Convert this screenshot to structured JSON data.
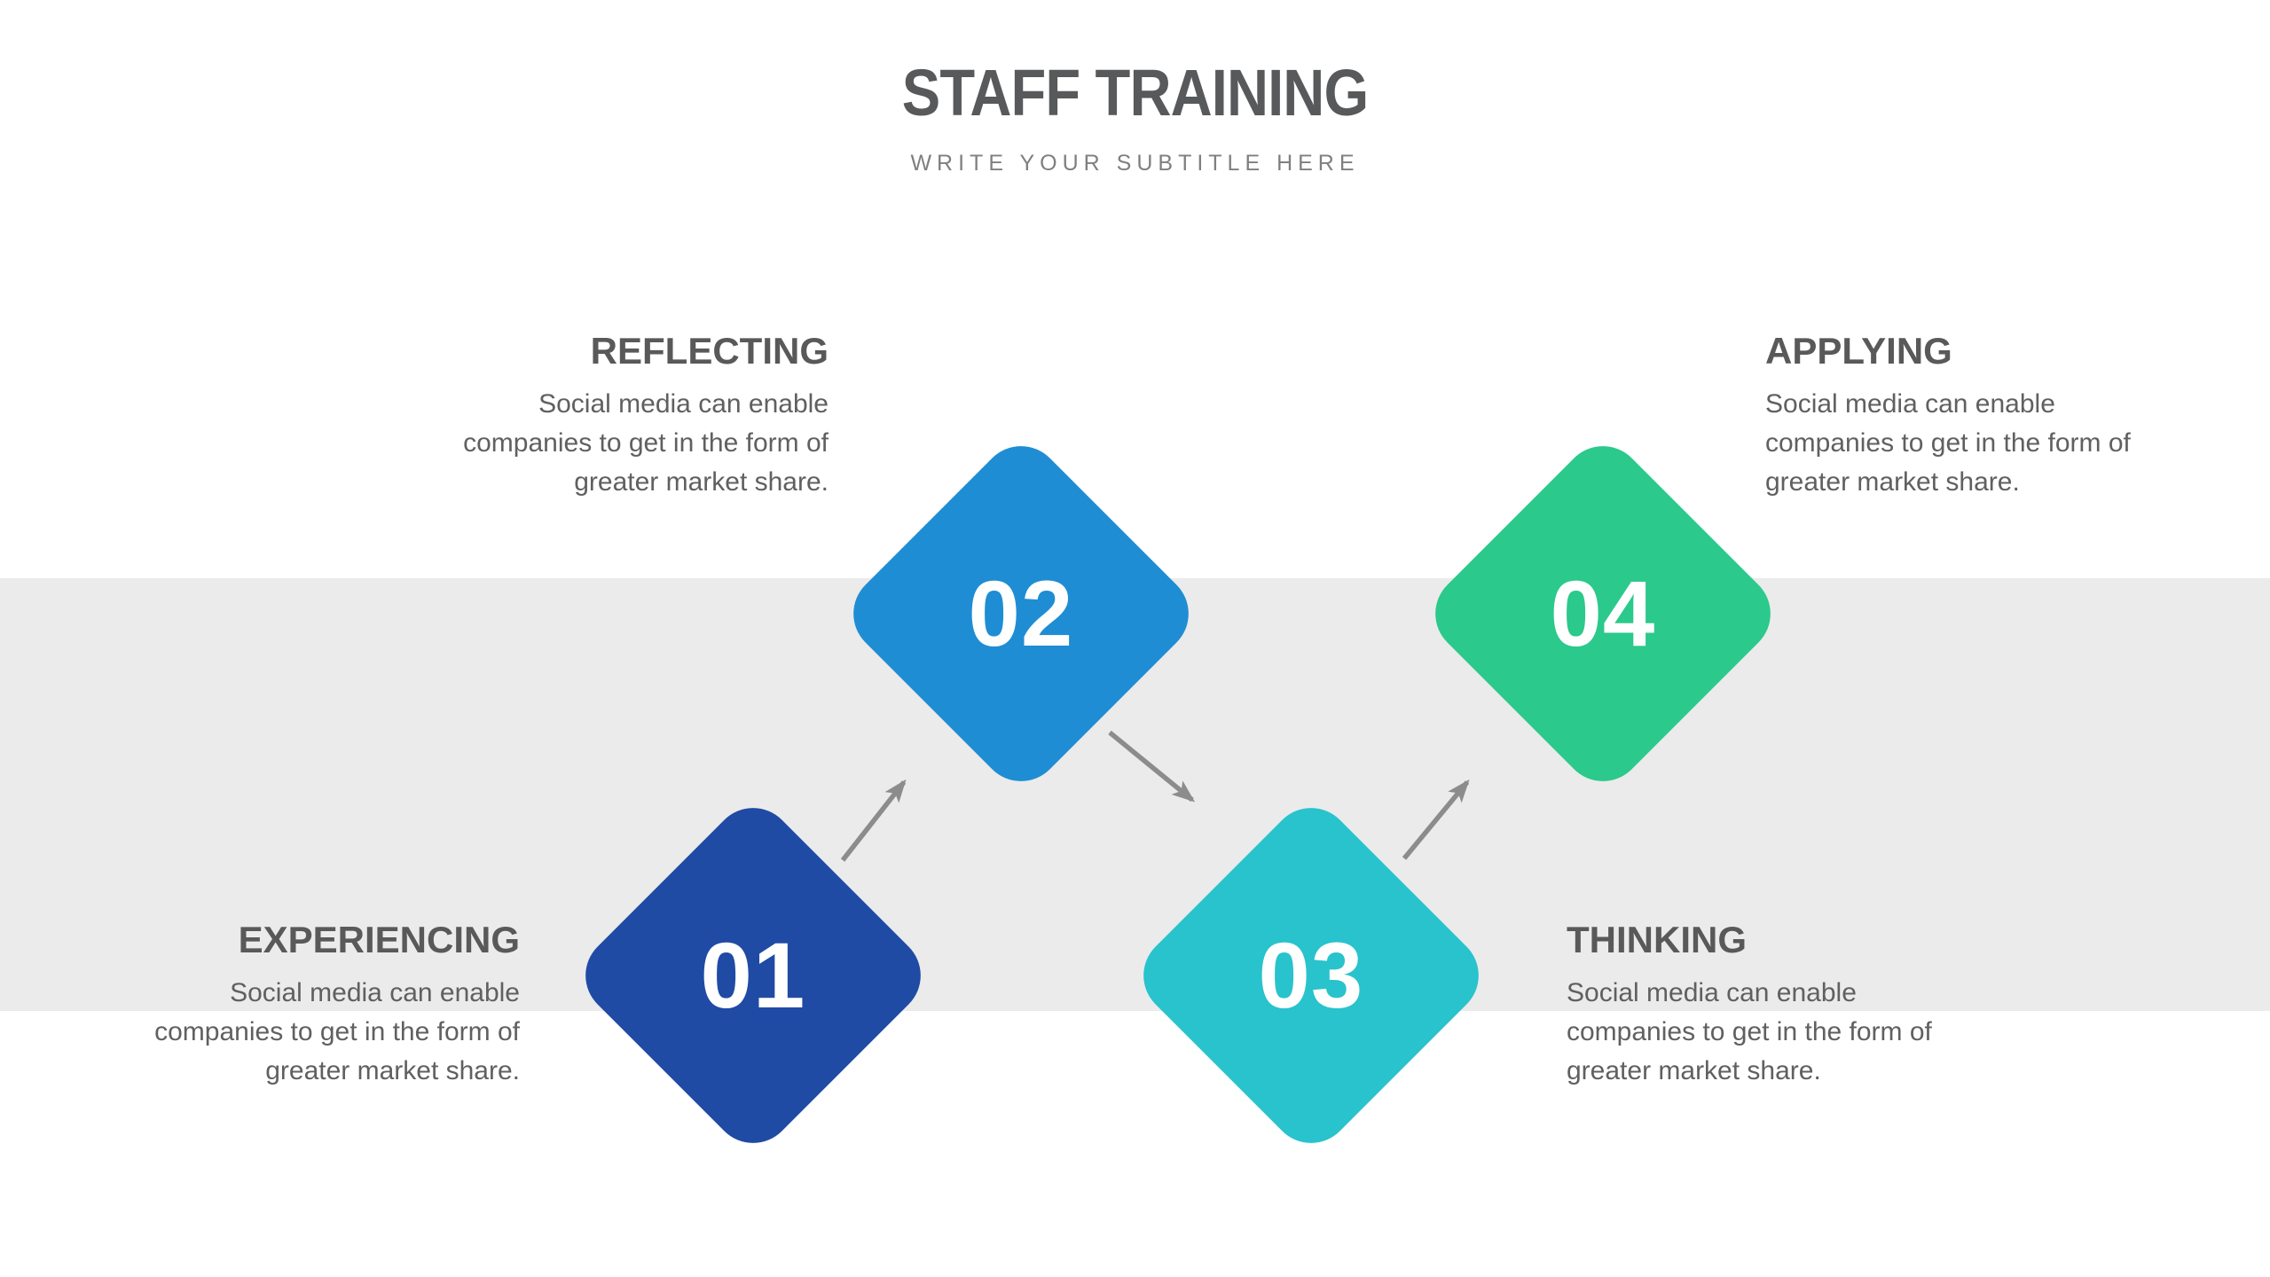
{
  "header": {
    "title": "STAFF TRAINING",
    "subtitle": "WRITE YOUR SUBTITLE HERE"
  },
  "steps": [
    {
      "number": "01",
      "label": "EXPERIENCING",
      "color": "#1f4ba5",
      "lines": [
        "Social media can enable",
        "companies to get in the form of",
        "greater market share."
      ]
    },
    {
      "number": "02",
      "label": "REFLECTING",
      "color": "#1f8dd3",
      "lines": [
        "Social media can enable",
        "companies to get in the form of",
        "greater market share."
      ]
    },
    {
      "number": "03",
      "label": "THINKING",
      "color": "#28c3cc",
      "lines": [
        "Social media can enable",
        "companies to get in the form of",
        "greater market share."
      ]
    },
    {
      "number": "04",
      "label": "APPLYING",
      "color": "#2bc98b",
      "lines": [
        "Social media can enable",
        "companies to get in the form of",
        "greater market share."
      ]
    }
  ],
  "colors": {
    "band": "#ebebeb",
    "title_text": "#58595b",
    "subtitle_text": "#7f7f7f",
    "heading_text": "#595959",
    "body_text": "#606060",
    "arrow": "#8c8c8c",
    "step_number_text": "#ffffff"
  }
}
